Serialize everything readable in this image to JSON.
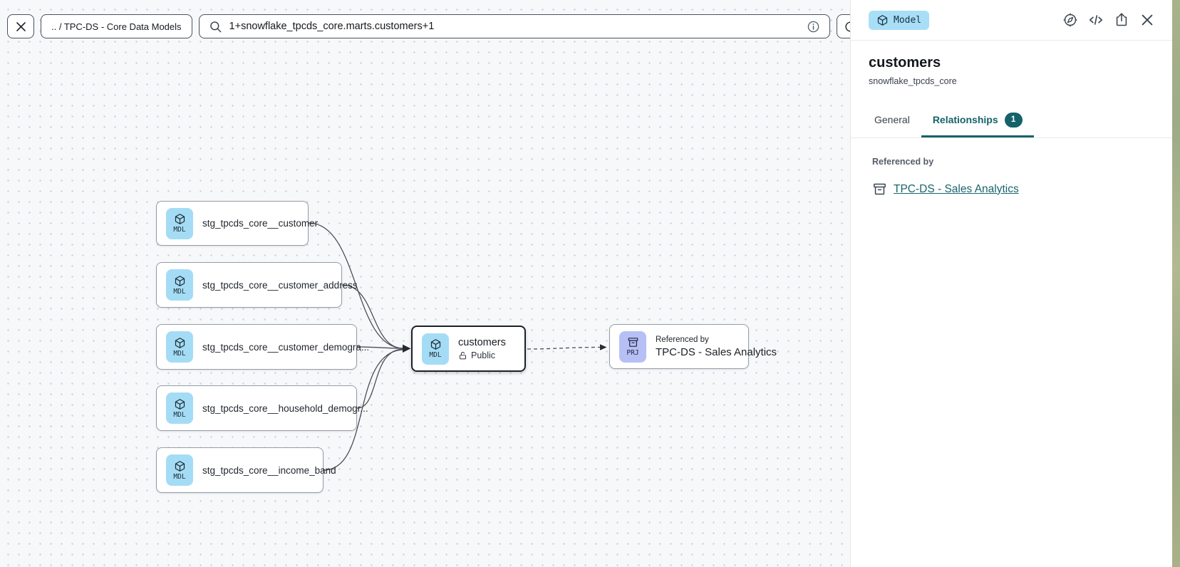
{
  "topbar": {
    "breadcrumb": ".. / TPC-DS - Core Data Models",
    "search": {
      "value": "1+snowflake_tpcds_core.marts.customers+1"
    }
  },
  "graph": {
    "upstream_nodes": [
      {
        "type": "MDL",
        "label": "stg_tpcds_core__customer"
      },
      {
        "type": "MDL",
        "label": "stg_tpcds_core__customer_address"
      },
      {
        "type": "MDL",
        "label": "stg_tpcds_core__customer_demogra..."
      },
      {
        "type": "MDL",
        "label": "stg_tpcds_core__household_demogr..."
      },
      {
        "type": "MDL",
        "label": "stg_tpcds_core__income_band"
      }
    ],
    "selected_node": {
      "type": "MDL",
      "label": "customers",
      "access": "Public"
    },
    "reference_node": {
      "type": "PRJ",
      "caption": "Referenced by",
      "label": "TPC-DS - Sales Analytics"
    }
  },
  "panel": {
    "type_badge": "Model",
    "title": "customers",
    "subtitle": "snowflake_tpcds_core",
    "tabs": [
      {
        "label": "General"
      },
      {
        "label": "Relationships",
        "badge": "1"
      }
    ],
    "section_label": "Referenced by",
    "reference_link": "TPC-DS - Sales Analytics"
  },
  "icons": [
    "close-icon",
    "search-icon",
    "info-icon",
    "refresh-icon",
    "cube-icon",
    "lock-open-icon",
    "archive-icon",
    "compass-icon",
    "code-icon",
    "share-icon"
  ],
  "colors": {
    "accent_teal": "#15626a",
    "model_badge_bg": "#a9def7",
    "mdl_tile_bg": "#a5dcf5",
    "prj_tile_bg": "#b6c0f4",
    "selected_border": "#1d2127"
  }
}
